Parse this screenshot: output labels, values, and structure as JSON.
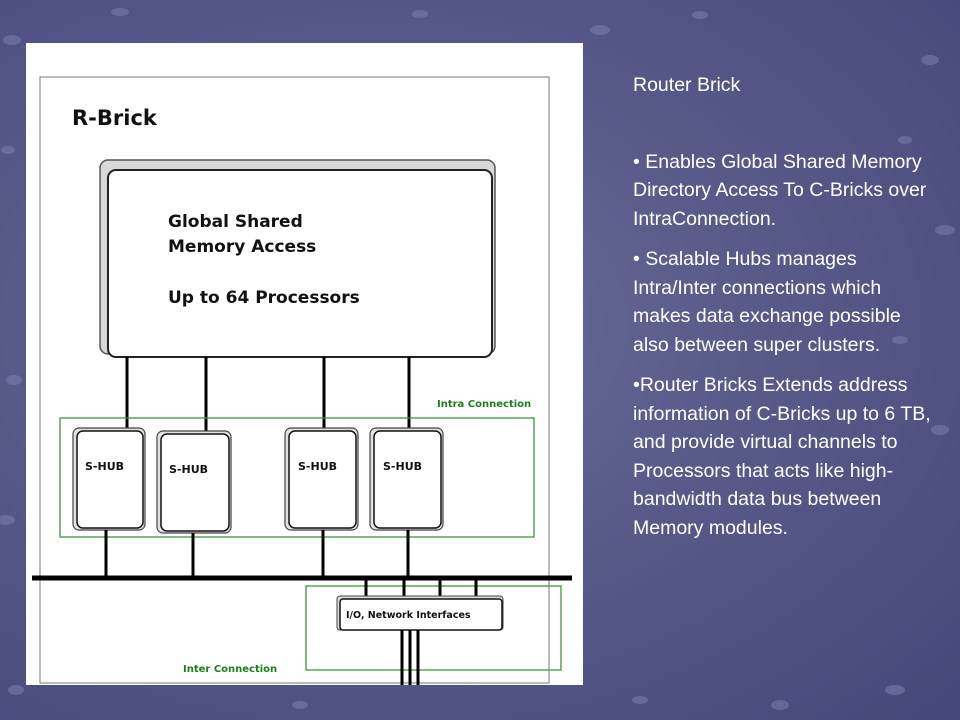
{
  "slide": {
    "title": "Router Brick",
    "bullets": [
      "• Enables Global Shared Memory Directory Access To C-Bricks over IntraConnection.",
      "• Scalable Hubs manages Intra/Inter connections which makes data exchange possible also between super clusters.",
      "•Router Bricks Extends address information of C-Bricks up to 6 TB, and provide virtual channels to Processors that acts like high-bandwidth data bus between Memory modules."
    ]
  },
  "diagram": {
    "title": "R-Brick",
    "gsma_line1": "Global Shared",
    "gsma_line2": "Memory Access",
    "gsma_line3": "Up to 64 Processors",
    "intra_label": "Intra Connection",
    "inter_label": "Inter Connection",
    "hubs": [
      "S-HUB",
      "S-HUB",
      "S-HUB",
      "S-HUB"
    ],
    "io_label": "I/O, Network Interfaces",
    "colors": {
      "connection_box": "#3a9a3a",
      "connection_label": "#1e7e1e",
      "lines": "#000000",
      "slide_background": "#585b8a"
    }
  }
}
